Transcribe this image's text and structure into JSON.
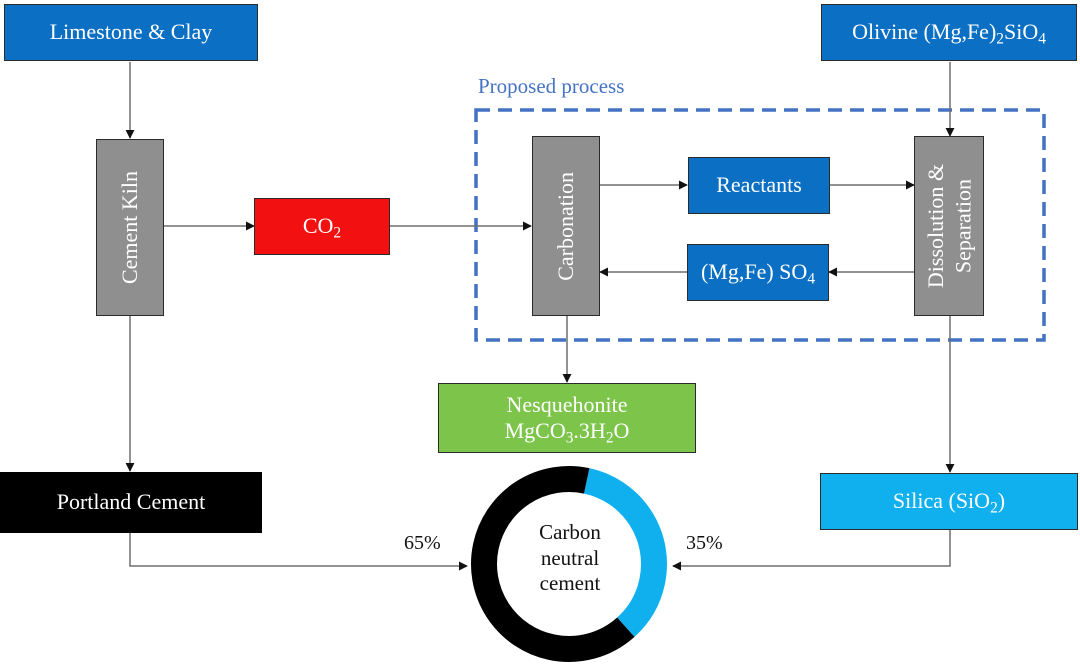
{
  "nodes": {
    "limestone_clay": "Limestone & Clay",
    "olivine_prefix": "Olivine (Mg,Fe)",
    "olivine_sub1": "2",
    "olivine_mid": "SiO",
    "olivine_sub2": "4",
    "cement_kiln": "Cement Kiln",
    "co2_main": "CO",
    "co2_sub": "2",
    "carbonation": "Carbonation",
    "reactants": "Reactants",
    "dissolution_line1": "Dissolution &",
    "dissolution_line2": "Separation",
    "mgfe_so4_main": "(Mg,Fe) SO",
    "mgfe_so4_sub": "4",
    "nesquehonite_line1": "Nesquehonite",
    "nesq_a": "MgCO",
    "nesq_sub1": "3",
    "nesq_b": ".3H",
    "nesq_sub2": "2",
    "nesq_c": "O",
    "portland_cement": "Portland Cement",
    "silica_main": "Silica (SiO",
    "silica_sub": "2",
    "silica_close": ")",
    "center_line1": "Carbon",
    "center_line2": "neutral",
    "center_line3": "cement"
  },
  "labels": {
    "proposed_process": "Proposed process",
    "pct_left": "65%",
    "pct_right": "35%"
  },
  "donut": {
    "segments": [
      {
        "label": "Portland Cement",
        "percent": 65,
        "color": "#000000"
      },
      {
        "label": "Silica (SiO2)",
        "percent": 35,
        "color": "#10b0ee"
      }
    ]
  },
  "colors": {
    "blue_box": "#0b6fc3",
    "cyan_box": "#10b0ee",
    "gray_box": "#8f8f8f",
    "red_box": "#f21010",
    "green_box": "#7cc44a",
    "black_box": "#000000",
    "dashed_border": "#4472c4",
    "connector": "#6e6e6e"
  }
}
